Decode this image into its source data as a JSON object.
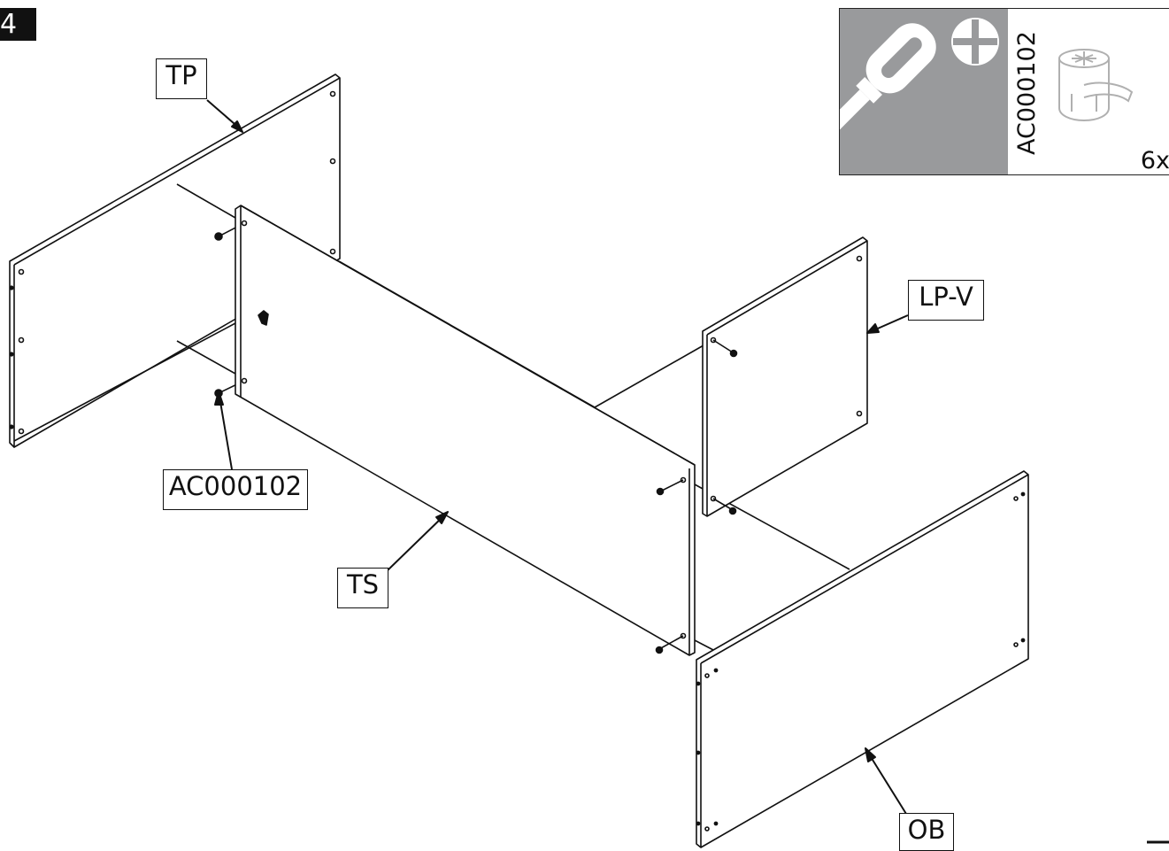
{
  "step": {
    "number": "4"
  },
  "parts": {
    "tp": "TP",
    "ts": "TS",
    "lp_v": "LP-V",
    "ob": "OB",
    "fitting": "AC000102"
  },
  "hardware": {
    "code": "AC000102",
    "quantity": "6x",
    "tool_icon": "phillips-screwdriver-icon",
    "fitting_icon": "cam-lock-icon"
  },
  "colors": {
    "ink": "#111111",
    "tool_panel": "#999a9c"
  }
}
